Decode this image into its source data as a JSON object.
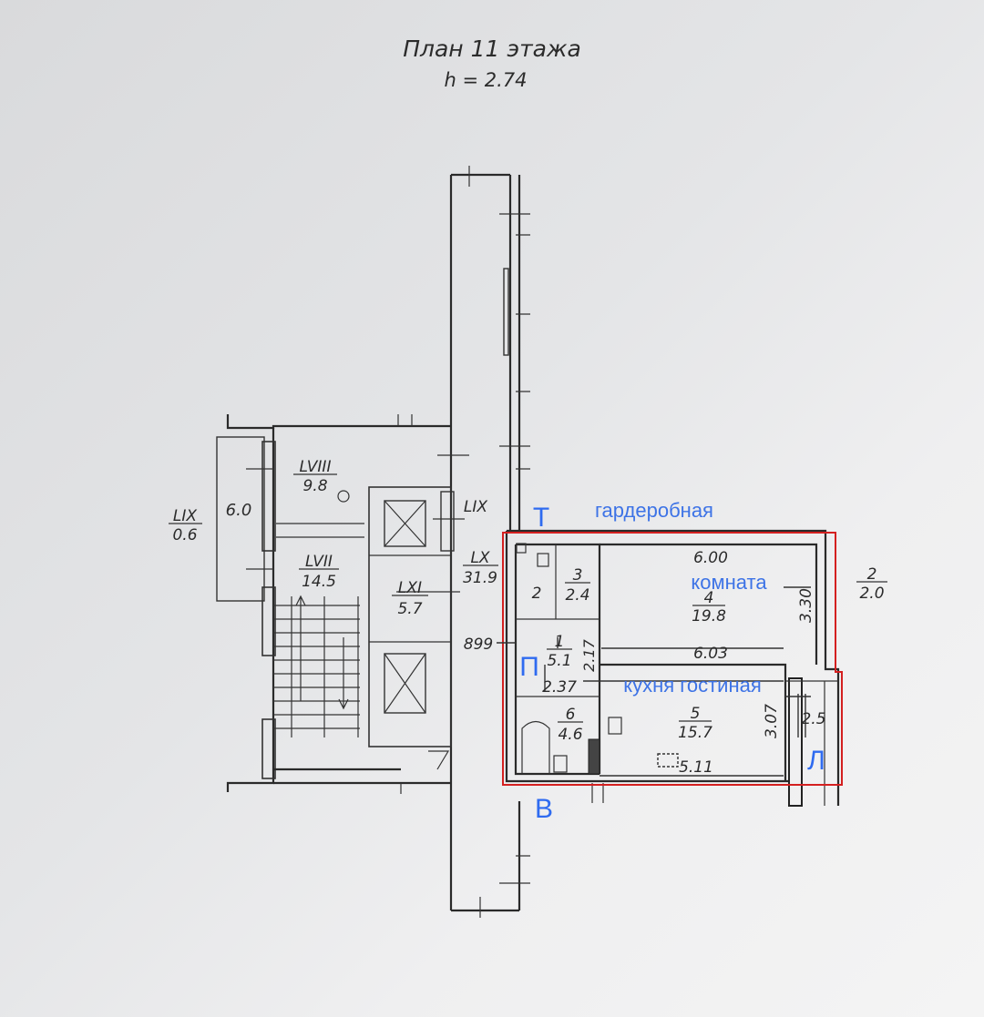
{
  "header": {
    "title": "План 11 этажа",
    "height": "h = 2.74"
  },
  "rooms": {
    "lviii": {
      "num": "LVIII",
      "area": "9.8"
    },
    "lix_left": {
      "num": "LIX",
      "area": "0.6"
    },
    "six_zero": "6.0",
    "lix_label": "LIX",
    "lvii": {
      "num": "LVII",
      "area": "14.5"
    },
    "lx": {
      "num": "LX",
      "area": "31.9"
    },
    "lxi": {
      "num": "LXI",
      "area": "5.7"
    },
    "r2": {
      "num": "2"
    },
    "r3": {
      "num": "3",
      "area": "2.4"
    },
    "r4": {
      "num": "4",
      "area": "19.8"
    },
    "r1": {
      "num": "1",
      "area": "5.1"
    },
    "r5": {
      "num": "5",
      "area": "15.7"
    },
    "r6": {
      "num": "6",
      "area": "4.6"
    },
    "balcony": {
      "num": "2",
      "area": "2.0"
    }
  },
  "dimensions": {
    "room_width": "6.00",
    "room_height": "3.30",
    "mid_width": "6.03",
    "corridor": "2.17",
    "hall": "2.37",
    "kitchen_height": "3.07",
    "loggia": "2.5",
    "bottom_width": "5.11",
    "door_code": "899"
  },
  "annotations": {
    "wardrobe": "гардеробная",
    "room": "комната",
    "kitchen_living": "кухня гостиная",
    "mark_t": "Т",
    "mark_p": "П",
    "mark_v": "В",
    "mark_l": "Л"
  },
  "colors": {
    "highlight": "#d42020",
    "annotation": "#3d73e6"
  }
}
